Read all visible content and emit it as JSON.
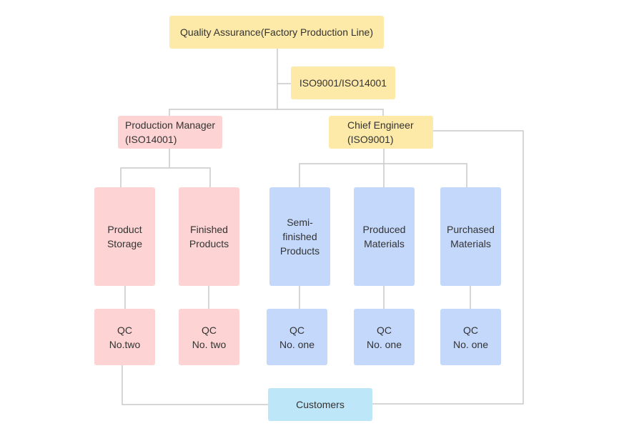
{
  "colors": {
    "yellow": "#fde9a8",
    "pink": "#fdd3d3",
    "blue": "#c4d8fb",
    "cyan": "#bde6f8",
    "connector": "#c8c8c8"
  },
  "nodes": {
    "quality_assurance": "Quality Assurance(Factory Production Line)",
    "iso_standards": "ISO9001/ISO14001",
    "production_manager": "Production Manager\n(ISO14001)",
    "chief_engineer": "Chief Engineer\n(ISO9001)",
    "product_storage": "Product\nStorage",
    "finished_products": "Finished\nProducts",
    "semi_finished_products": "Semi-\nfinished\nProducts",
    "produced_materials": "Produced\nMaterials",
    "purchased_materials": "Purchased\nMaterials",
    "qc_product_storage": "QC\nNo.two",
    "qc_finished_products": "QC\nNo. two",
    "qc_semi_finished": "QC\nNo. one",
    "qc_produced_materials": "QC\nNo. one",
    "qc_purchased_materials": "QC\nNo. one",
    "customers": "Customers"
  }
}
